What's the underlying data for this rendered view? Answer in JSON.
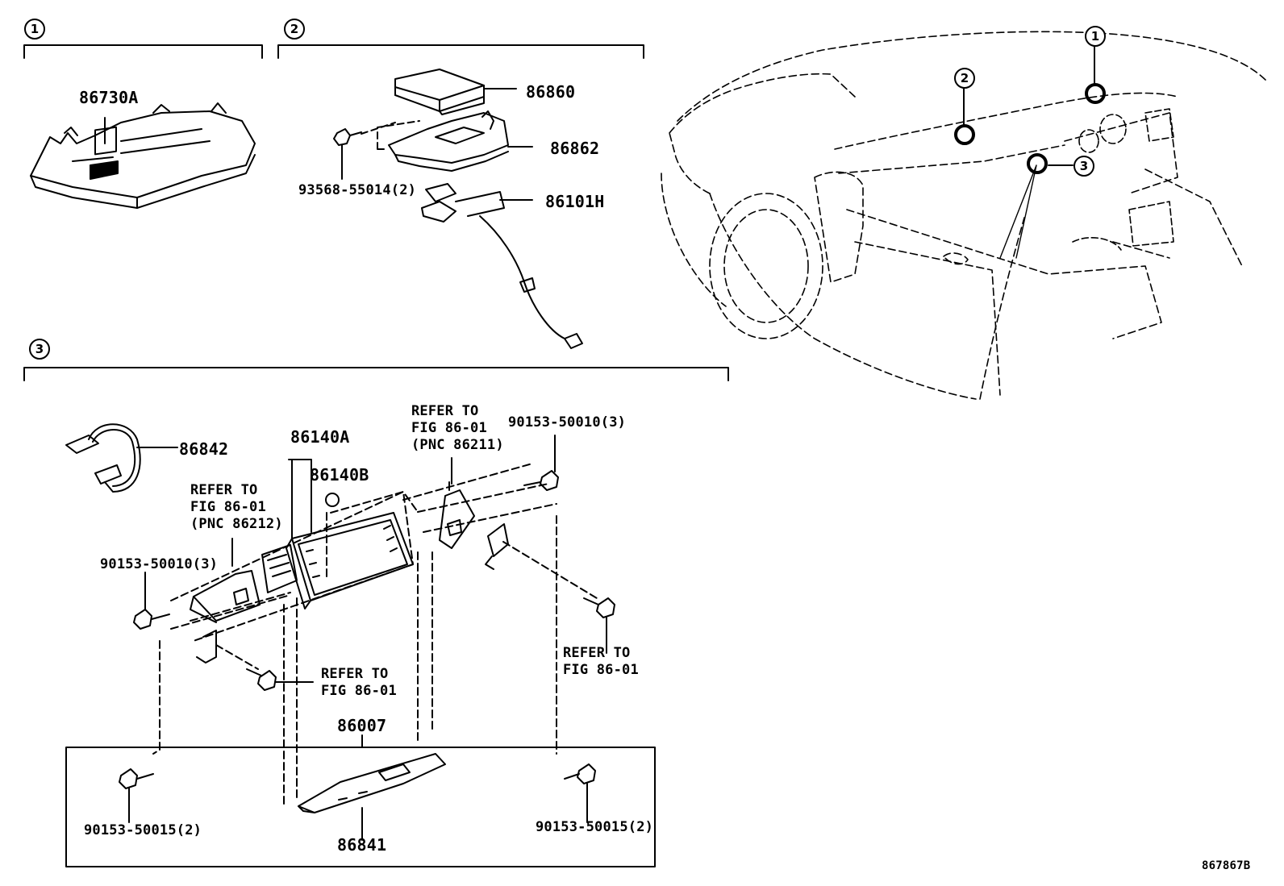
{
  "sections": {
    "s1": {
      "marker": "1",
      "parts": [
        "86730A"
      ]
    },
    "s2": {
      "marker": "2",
      "parts": [
        "86860",
        "86862",
        "93568-55014(2)",
        "86101H"
      ]
    },
    "s3": {
      "marker": "3",
      "parts": [
        "86842",
        "86140A",
        "86140B",
        "86007",
        "86841"
      ]
    }
  },
  "car_markers": [
    "1",
    "2",
    "3"
  ],
  "labels": {
    "p86730A": "86730A",
    "p86860": "86860",
    "p86862": "86862",
    "p93568": "93568-55014(2)",
    "p86101H": "86101H",
    "p86842": "86842",
    "p86140A": "86140A",
    "p86140B": "86140B",
    "p86007": "86007",
    "p86841": "86841",
    "bolt_top_right": "90153-50010(3)",
    "bolt_left": "90153-50010(3)",
    "bolt_bottom_left": "90153-50015(2)",
    "bolt_bottom_right": "90153-50015(2)",
    "refer_a": [
      "REFER TO",
      "FIG 86-01",
      "(PNC 86212)"
    ],
    "refer_b": [
      "REFER TO",
      "FIG 86-01",
      "(PNC 86211)"
    ],
    "refer_c": [
      "REFER TO",
      "FIG 86-01"
    ],
    "refer_d": [
      "REFER TO",
      "FIG 86-01"
    ],
    "figure_id": "867867B"
  }
}
